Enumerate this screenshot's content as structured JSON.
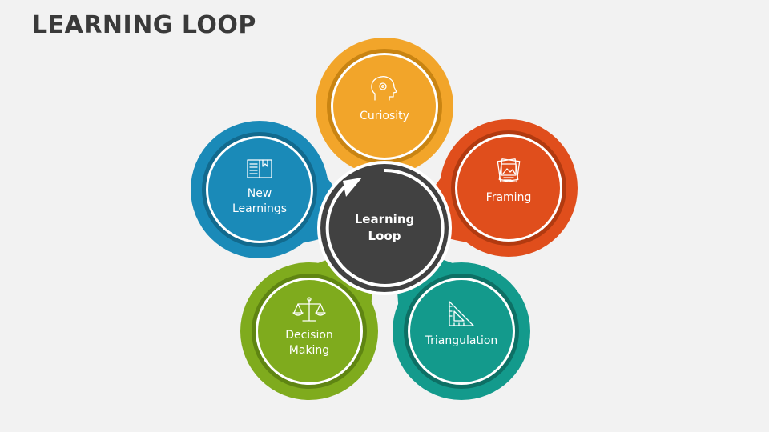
{
  "title": "LEARNING LOOP",
  "center": {
    "line1": "Learning",
    "line2": "Loop",
    "color": "#414141"
  },
  "petals": [
    {
      "id": "curiosity",
      "line1": "Curiosity",
      "line2": "",
      "color": "#f2a52a",
      "dark": "#c98412",
      "icon": "head-gear-icon"
    },
    {
      "id": "framing",
      "line1": "Framing",
      "line2": "",
      "color": "#e04e1c",
      "dark": "#b23a10",
      "icon": "picture-frames-icon"
    },
    {
      "id": "triangulation",
      "line1": "Triangulation",
      "line2": "",
      "color": "#139a8c",
      "dark": "#0d7065",
      "icon": "set-square-icon"
    },
    {
      "id": "decision-making",
      "line1": "Decision",
      "line2": "Making",
      "color": "#7fab1d",
      "dark": "#5f8512",
      "icon": "balance-scale-icon"
    },
    {
      "id": "new-learnings",
      "line1": "New",
      "line2": "Learnings",
      "color": "#1a8ab8",
      "dark": "#126a8e",
      "icon": "open-book-icon"
    }
  ]
}
